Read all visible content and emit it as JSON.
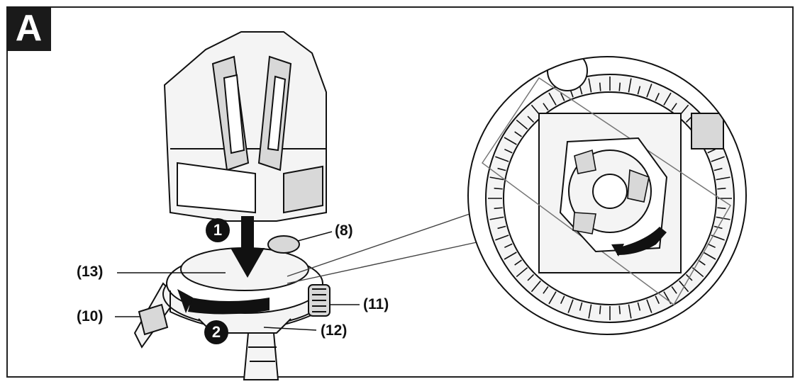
{
  "figure": {
    "badge": "A",
    "steps": [
      "1",
      "2"
    ],
    "callouts": {
      "c8": "(8)",
      "c13": "(13)",
      "c10": "(10)",
      "c11": "(11)",
      "c12": "(12)"
    }
  },
  "colors": {
    "line": "#111111",
    "fill_light": "#f4f4f4",
    "fill_mid": "#d8d8d8"
  }
}
